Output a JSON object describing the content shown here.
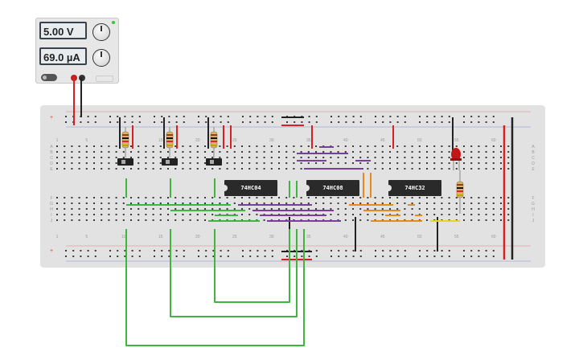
{
  "power_supply": {
    "voltage": "5.00 V",
    "current": "69.0 µA",
    "indicator_color": "#3ac43a"
  },
  "chips": [
    {
      "label": "74HC04"
    },
    {
      "label": "74HC08"
    },
    {
      "label": "74HC32"
    }
  ],
  "column_numbers": [
    "1",
    "5",
    "10",
    "15",
    "20",
    "25",
    "30",
    "35",
    "40",
    "45",
    "50",
    "55",
    "60"
  ],
  "row_letters_top": [
    "A",
    "B",
    "C",
    "D",
    "E"
  ],
  "row_letters_bottom": [
    "F",
    "G",
    "H",
    "I",
    "J"
  ],
  "colors": {
    "wire_red": "#d82020",
    "wire_black": "#222222",
    "wire_green": "#3fb63f",
    "wire_purple": "#7b3f9b",
    "wire_orange": "#e88a1a",
    "wire_yellow": "#e8d52a",
    "led_red": "#c01818",
    "rail_red": "#e04040",
    "rail_blue": "#4060c0"
  }
}
